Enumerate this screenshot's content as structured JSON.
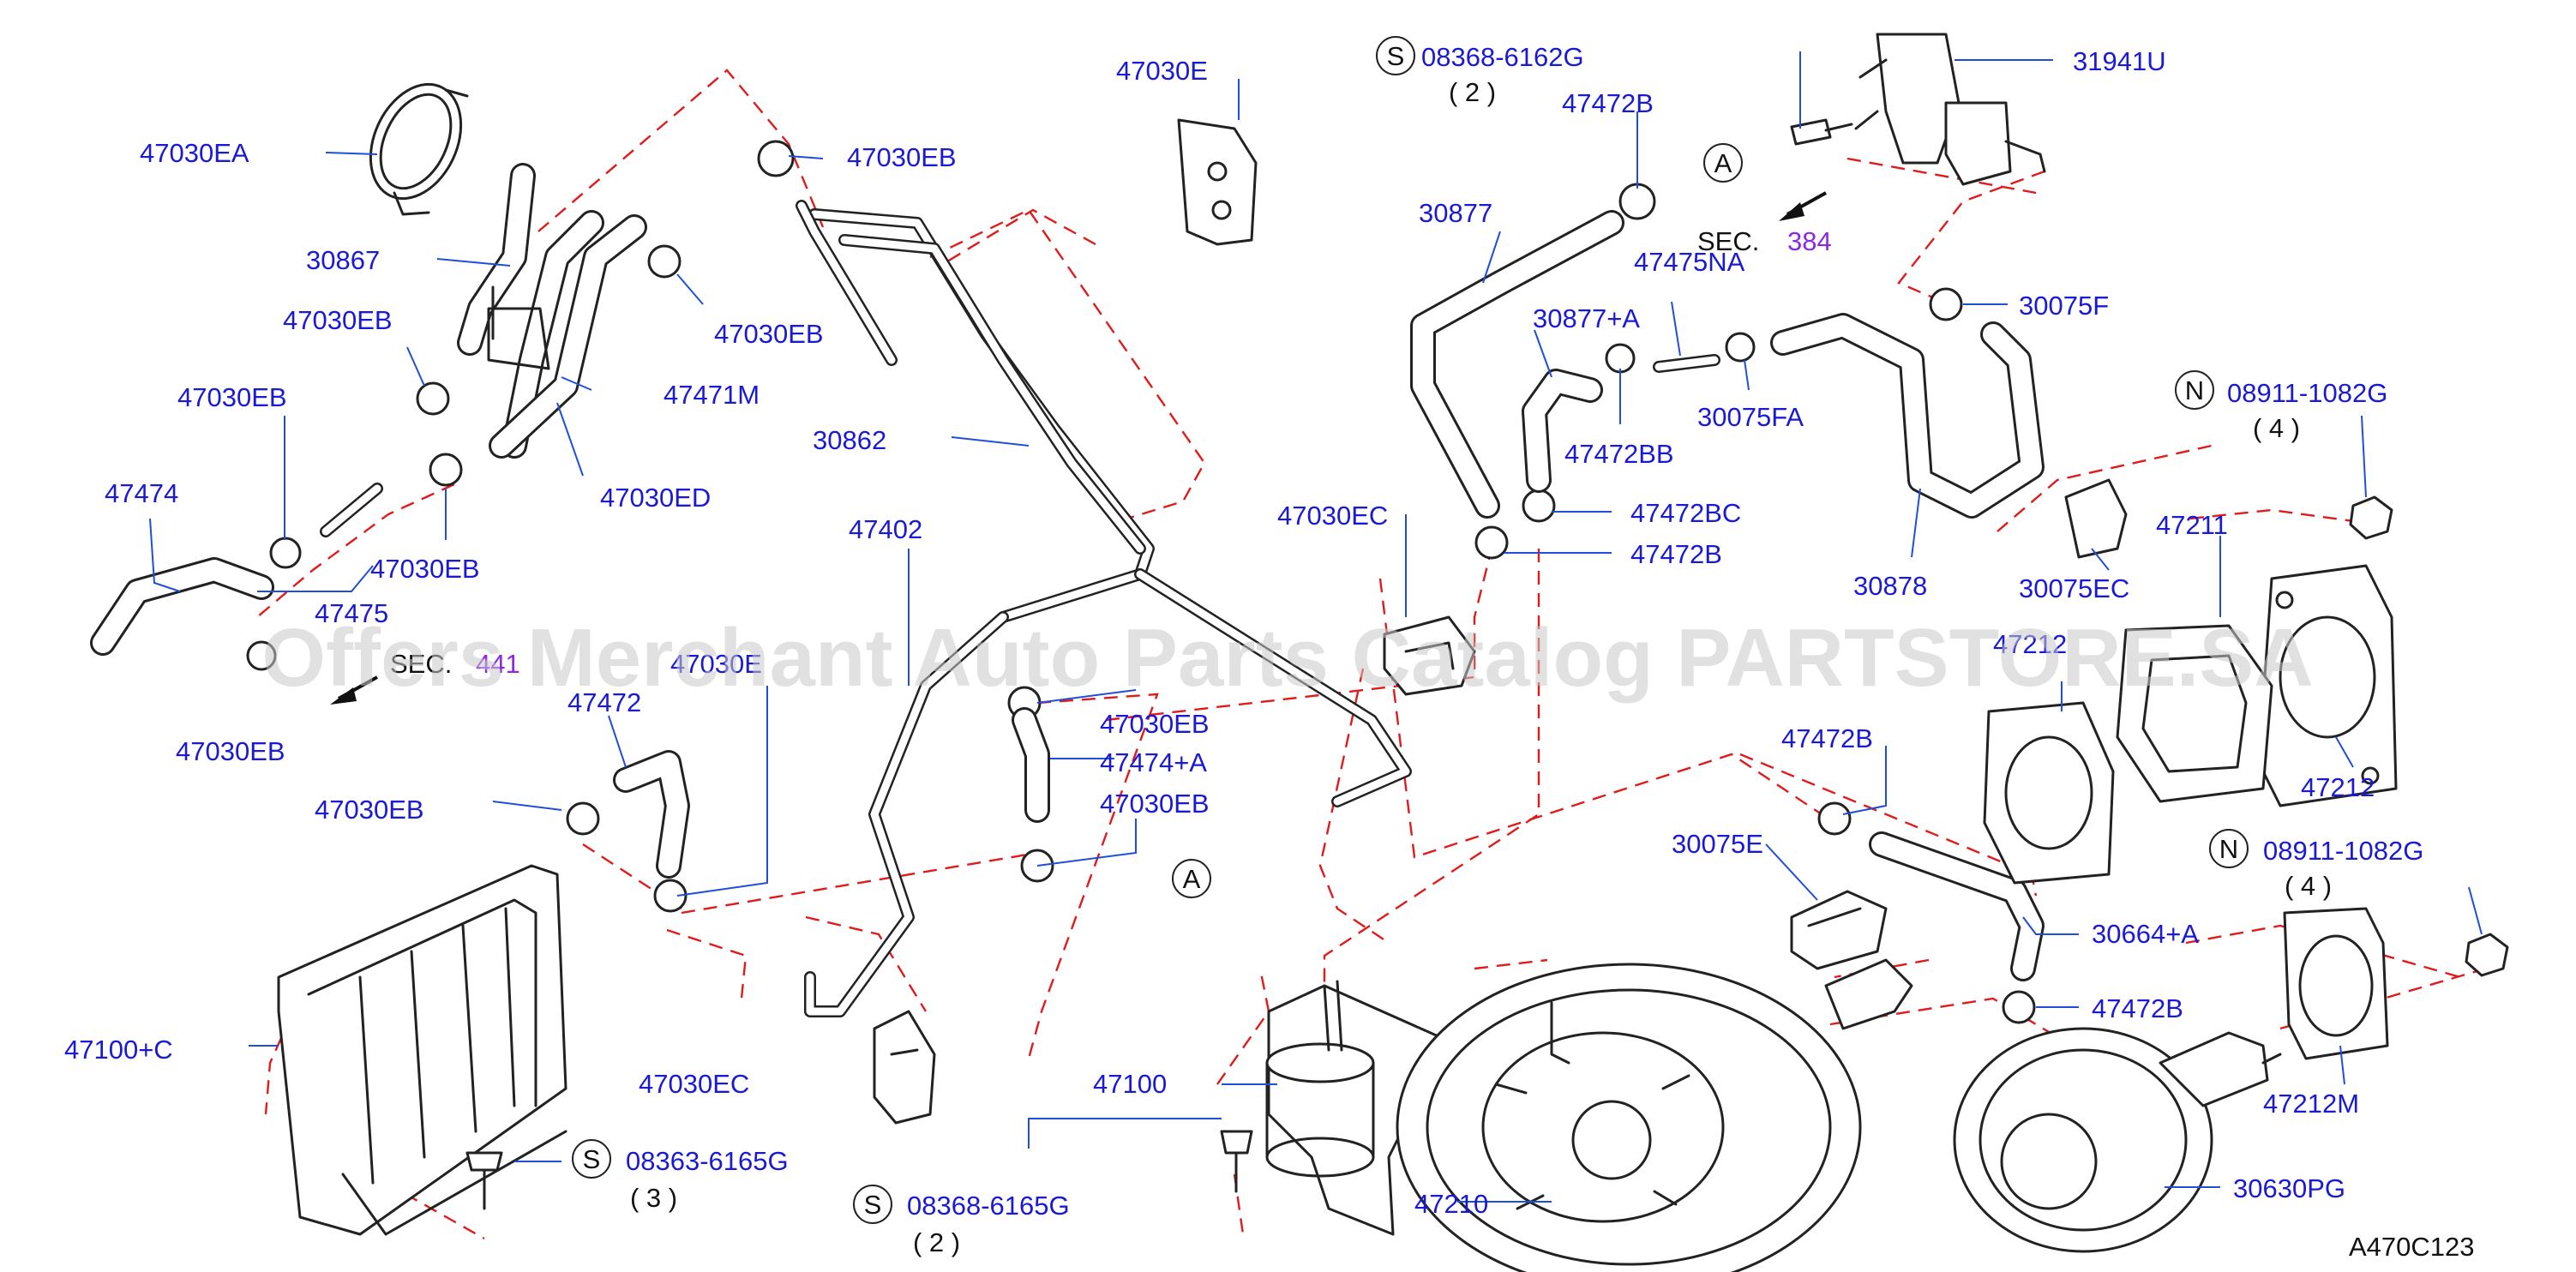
{
  "diagram_id": "A470C123",
  "watermark": "Offers Merchant Auto Parts Catalog PARTSTORE.SA",
  "section_refs": [
    {
      "prefix": "SEC.",
      "number": "384"
    },
    {
      "prefix": "SEC.",
      "number": "441"
    }
  ],
  "callouts": {
    "a": "A",
    "s": "S",
    "n": "N"
  },
  "labels": {
    "p47030EA": "47030EA",
    "p30867": "30867",
    "p47030EB_1": "47030EB",
    "p47030EB_2": "47030EB",
    "p47030EB_3": "47030EB",
    "p47030EB_4": "47030EB",
    "p47030EB_5": "47030EB",
    "p47030EB_6": "47030EB",
    "p47030EB_7": "47030EB",
    "p47030EB_8": "47030EB",
    "p47030EB_9": "47030EB",
    "p47474": "47474",
    "p47475": "47475",
    "p47471M": "47471M",
    "p47030ED": "47030ED",
    "p47030E": "47030E",
    "p30862": "30862",
    "p47402": "47402",
    "p47030E_mid": "47030E",
    "p47472": "47472",
    "p47474A": "47474+A",
    "p47100C": "47100+C",
    "p47030EC_1": "47030EC",
    "p47030EC_2": "47030EC",
    "p08363": "08363-6165G",
    "p08363_qty": "( 3 )",
    "p47100": "47100",
    "p08368_b": "08368-6165G",
    "p08368_b_qty": "( 2 )",
    "p08368_t": "08368-6162G",
    "p08368_t_qty": "( 2 )",
    "p47472B_1": "47472B",
    "p47472B_2": "47472B",
    "p47472B_3": "47472B",
    "p47472B_4": "47472B",
    "p31941U": "31941U",
    "p30877": "30877",
    "p30877A": "30877+A",
    "p47475NA": "47475NA",
    "p47472BB": "47472BB",
    "p30075FA": "30075FA",
    "p30075F": "30075F",
    "p47472BC": "47472BC",
    "p30878": "30878",
    "p30075EC": "30075EC",
    "p08911_t": "08911-1082G",
    "p08911_t_qty": "( 4 )",
    "p47211": "47211",
    "p47212_1": "47212",
    "p47212_2": "47212",
    "p08911_b": "08911-1082G",
    "p08911_b_qty": "( 4 )",
    "p30075E": "30075E",
    "p30664A": "30664+A",
    "p47212M": "47212M",
    "p47210": "47210",
    "p30630PG": "30630PG"
  }
}
